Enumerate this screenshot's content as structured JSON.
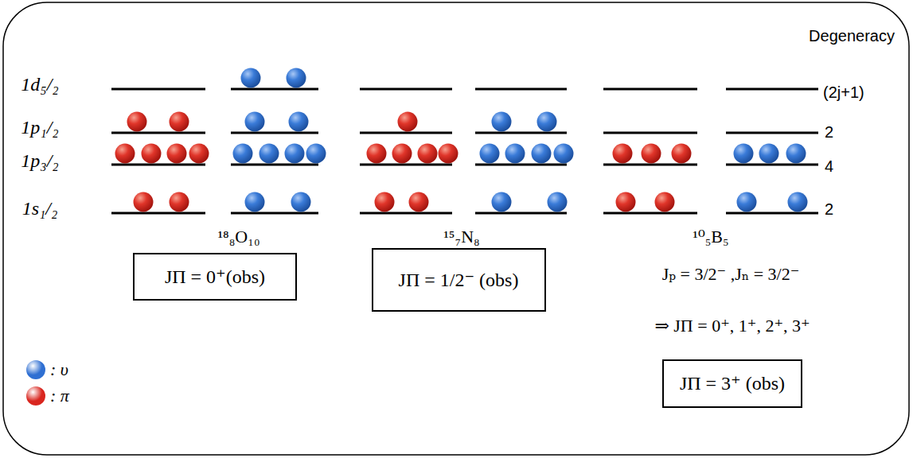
{
  "diagram": {
    "nodes": [
      {
        "text": [
          "JΠ = 0⁺(obs)"
        ]
      },
      {
        "text": [
          "JΠ = 1/2⁻ (obs)"
        ]
      },
      {
        "text": [
          "JΠ = 3⁺ (obs)"
        ]
      }
    ],
    "labels": [
      "1d₅/₂",
      "1p₁/₂",
      "1p₃/₂",
      "1s₁/₂",
      "Degeneracy",
      "(2j+1)",
      "2",
      "4",
      "2",
      "¹⁸₈O₁₀",
      "¹⁵₇N₈",
      "¹⁰₅B₅",
      "Jₚ = 3/2⁻ ,Jₙ = 3/2⁻",
      "⇒ JΠ = 0⁺, 1⁺, 2⁺, 3⁺"
    ],
    "legend": [
      {
        "text": ": υ",
        "color": "#2f6fd2"
      },
      {
        "text": ": π",
        "color": "#d9261f"
      }
    ]
  }
}
